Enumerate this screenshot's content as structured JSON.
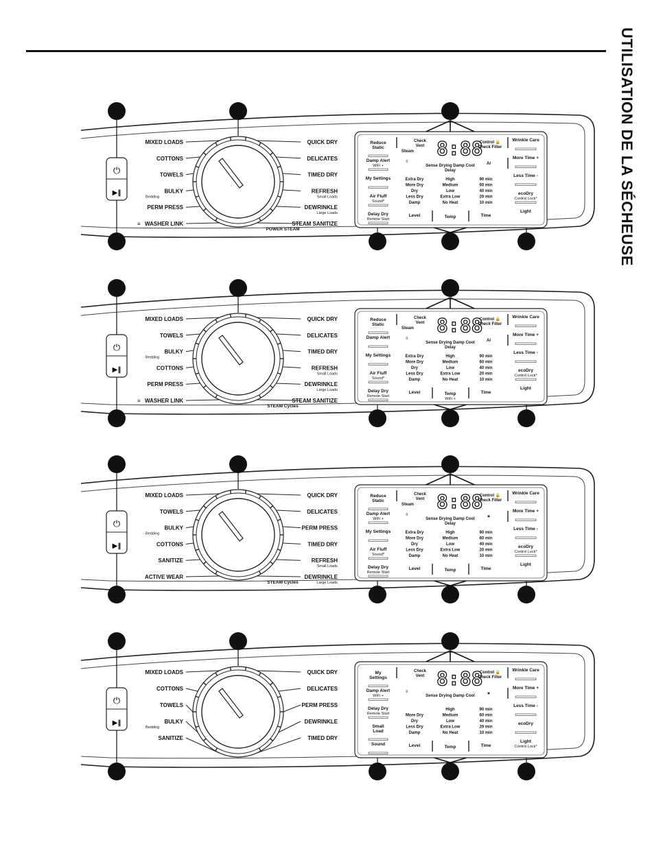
{
  "page": {
    "side_title": "UTILISATION DE LA SÉCHEUSE"
  },
  "panels": [
    {
      "left_cycles": [
        {
          "label": "MIXED LOADS",
          "sub": ""
        },
        {
          "label": "COTTONS",
          "sub": ""
        },
        {
          "label": "TOWELS",
          "sub": ""
        },
        {
          "label": "BULKY",
          "sub": "Bedding"
        },
        {
          "label": "PERM PRESS",
          "sub": ""
        },
        {
          "label": "WASHER LINK",
          "sub": "",
          "wifi": true
        }
      ],
      "right_cycles": [
        {
          "label": "QUICK DRY",
          "sub": ""
        },
        {
          "label": "DELICATES",
          "sub": ""
        },
        {
          "label": "TIMED DRY",
          "sub": ""
        },
        {
          "label": "REFRESH",
          "sub": "Small Loads",
          "bold": true
        },
        {
          "label": "DEWRINKLE",
          "sub": "Large Loads",
          "bold": true
        },
        {
          "label": "STEAM SANITIZE",
          "sub": "",
          "bold": true
        }
      ],
      "dial_caption": "POWER STEAM",
      "col1": [
        {
          "label": "Reduce\nStatic",
          "sub": ""
        },
        {
          "label": "Damp Alert",
          "sub": "WiFi +"
        },
        {
          "label": "My Settings",
          "sub": ""
        },
        {
          "label": "Air Fluff",
          "sub": "Sound*"
        },
        {
          "label": "Delay Dry",
          "sub": "Remote Start"
        }
      ],
      "display": {
        "top_left": "Check\nVent",
        "steam": "Steam",
        "top_right": "Control 🔒\nCheck Filter",
        "states": "Sense  Drying  Damp  Cool",
        "delay": "Delay",
        "icon": "AI",
        "digits": "8:88",
        "level_options": [
          "Extra Dry",
          "More Dry",
          "Dry",
          "Less Dry",
          "Damp"
        ],
        "temp_options": [
          "High",
          "Medium",
          "Low",
          "Extra Low",
          "No Heat"
        ],
        "time_options": [
          "90 min",
          "60 min",
          "40 min",
          "20 min",
          "10 min"
        ],
        "buttons": [
          "Level",
          "Temp",
          "Time"
        ],
        "temp_sub": "",
        "col_start": 0
      },
      "col4": [
        {
          "label": "Wrinkle Care",
          "sub": ""
        },
        {
          "label": "More Time +",
          "sub": ""
        },
        {
          "label": "Less Time -",
          "sub": ""
        },
        {
          "label": "ecoDry",
          "sub": "Control Lock*"
        },
        {
          "label": "Light",
          "sub": ""
        }
      ]
    },
    {
      "left_cycles": [
        {
          "label": "MIXED LOADS",
          "sub": ""
        },
        {
          "label": "TOWELS",
          "sub": ""
        },
        {
          "label": "BULKY",
          "sub": "Bedding"
        },
        {
          "label": "COTTONS",
          "sub": ""
        },
        {
          "label": "PERM PRESS",
          "sub": ""
        },
        {
          "label": "WASHER LINK",
          "sub": "",
          "wifi": true
        }
      ],
      "right_cycles": [
        {
          "label": "QUICK DRY",
          "sub": ""
        },
        {
          "label": "DELICATES",
          "sub": ""
        },
        {
          "label": "TIMED DRY",
          "sub": ""
        },
        {
          "label": "REFRESH",
          "sub": "Small Loads",
          "bold": true
        },
        {
          "label": "DEWRINKLE",
          "sub": "Large Loads",
          "bold": true
        },
        {
          "label": "STEAM SANITIZE",
          "sub": "",
          "bold": true
        }
      ],
      "dial_caption": "STEAM Cycles",
      "col1": [
        {
          "label": "Reduce\nStatic",
          "sub": ""
        },
        {
          "label": "Damp Alert",
          "sub": ""
        },
        {
          "label": "My Settings",
          "sub": ""
        },
        {
          "label": "Air Fluff",
          "sub": "Sound*"
        },
        {
          "label": "Delay Dry",
          "sub": "Remote Start"
        }
      ],
      "display": {
        "top_left": "Check\nVent",
        "steam": "Steam",
        "top_right": "Control 🔒\nCheck Filter",
        "states": "Sense  Drying  Damp  Cool",
        "delay": "Delay",
        "icon": "AI",
        "digits": "8:88",
        "level_options": [
          "Extra Dry",
          "More Dry",
          "Dry",
          "Less Dry",
          "Damp"
        ],
        "temp_options": [
          "High",
          "Medium",
          "Low",
          "Extra Low",
          "No Heat"
        ],
        "time_options": [
          "90 min",
          "60 min",
          "40 min",
          "20 min",
          "10 min"
        ],
        "buttons": [
          "Level",
          "Temp",
          "Time"
        ],
        "temp_sub": "WiFi +",
        "col_start": 0
      },
      "col4": [
        {
          "label": "Wrinkle Care",
          "sub": ""
        },
        {
          "label": "More Time +",
          "sub": ""
        },
        {
          "label": "Less Time -",
          "sub": ""
        },
        {
          "label": "ecoDry",
          "sub": "Control Lock*"
        },
        {
          "label": "Light",
          "sub": ""
        }
      ]
    },
    {
      "left_cycles": [
        {
          "label": "MIXED LOADS",
          "sub": ""
        },
        {
          "label": "TOWELS",
          "sub": ""
        },
        {
          "label": "BULKY",
          "sub": "Bedding"
        },
        {
          "label": "COTTONS",
          "sub": ""
        },
        {
          "label": "SANITIZE",
          "sub": ""
        },
        {
          "label": "ACTIVE WEAR",
          "sub": ""
        }
      ],
      "right_cycles": [
        {
          "label": "QUICK DRY",
          "sub": ""
        },
        {
          "label": "DELICATES",
          "sub": ""
        },
        {
          "label": "PERM PRESS",
          "sub": ""
        },
        {
          "label": "TIMED DRY",
          "sub": ""
        },
        {
          "label": "REFRESH",
          "sub": "Small Loads",
          "bold": true
        },
        {
          "label": "DEWRINKLE",
          "sub": "Large Loads",
          "bold": true
        }
      ],
      "dial_caption": "STEAM Cycles",
      "col1": [
        {
          "label": "Reduce\nStatic",
          "sub": ""
        },
        {
          "label": "Damp Alert",
          "sub": "WiFi +"
        },
        {
          "label": "My Settings",
          "sub": ""
        },
        {
          "label": "Air Fluff",
          "sub": "Sound*"
        },
        {
          "label": "Delay Dry",
          "sub": "Remote Start"
        }
      ],
      "display": {
        "top_left": "Check\nVent",
        "steam": "Steam",
        "top_right": "Control 🔒\nCheck Filter",
        "states": "Sense  Drying  Damp  Cool",
        "delay": "Delay",
        "icon": "✶",
        "digits": "8:88",
        "level_options": [
          "Extra Dry",
          "More Dry",
          "Dry",
          "Less Dry",
          "Damp"
        ],
        "temp_options": [
          "High",
          "Medium",
          "Low",
          "Extra Low",
          "No Heat"
        ],
        "time_options": [
          "90 min",
          "60 min",
          "40 min",
          "20 min",
          "10 min"
        ],
        "buttons": [
          "Level",
          "Temp",
          "Time"
        ],
        "temp_sub": "",
        "col_start": 0
      },
      "col4": [
        {
          "label": "Wrinkle Care",
          "sub": ""
        },
        {
          "label": "More Time +",
          "sub": ""
        },
        {
          "label": "Less Time -",
          "sub": ""
        },
        {
          "label": "ecoDry",
          "sub": "Control Lock*"
        },
        {
          "label": "Light",
          "sub": ""
        }
      ]
    },
    {
      "left_cycles": [
        {
          "label": "MIXED LOADS",
          "sub": ""
        },
        {
          "label": "COTTONS",
          "sub": ""
        },
        {
          "label": "TOWELS",
          "sub": ""
        },
        {
          "label": "BULKY",
          "sub": "Bedding"
        },
        {
          "label": "SANITIZE",
          "sub": ""
        }
      ],
      "right_cycles": [
        {
          "label": "QUICK DRY",
          "sub": ""
        },
        {
          "label": "DELICATES",
          "sub": ""
        },
        {
          "label": "PERM PRESS",
          "sub": ""
        },
        {
          "label": "DEWRINKLE",
          "sub": ""
        },
        {
          "label": "TIMED DRY",
          "sub": ""
        }
      ],
      "dial_caption": "",
      "col1": [
        {
          "label": "My\nSettings",
          "sub": ""
        },
        {
          "label": "Damp Alert",
          "sub": "WiFi +"
        },
        {
          "label": "Delay Dry",
          "sub": "Remote Start"
        },
        {
          "label": "Small\nLoad",
          "sub": ""
        },
        {
          "label": "Sound",
          "sub": ""
        }
      ],
      "display": {
        "top_left": "Check\nVent",
        "steam": "",
        "top_right": "Control 🔒\nCheck Filter",
        "states": "Sense  Drying  Damp  Cool",
        "delay": "",
        "icon": "✶",
        "digits": "8:88",
        "level_options": [
          "More Dry",
          "Dry",
          "Less Dry",
          "Damp"
        ],
        "temp_options": [
          "High",
          "Medium",
          "Low",
          "Extra Low",
          "No Heat"
        ],
        "time_options": [
          "90 min",
          "60 min",
          "40 min",
          "20 min",
          "10 min"
        ],
        "buttons": [
          "Level",
          "Temp",
          "Time"
        ],
        "temp_sub": "",
        "col_start": 1
      },
      "col4": [
        {
          "label": "Wrinkle Care",
          "sub": ""
        },
        {
          "label": "More Time +",
          "sub": ""
        },
        {
          "label": "Less Time -",
          "sub": ""
        },
        {
          "label": "ecoDry",
          "sub": ""
        },
        {
          "label": "Light",
          "sub": "Control Lock*"
        }
      ]
    }
  ]
}
